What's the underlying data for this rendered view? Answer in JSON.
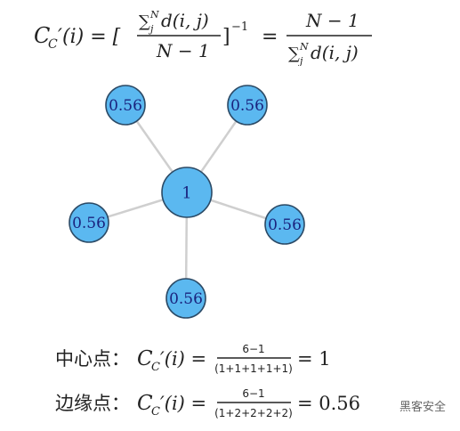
{
  "formula": {
    "lhs": "C",
    "lhs_sub": "C",
    "lhs_rest": "′(i) = [",
    "sum_top": "∑",
    "sum_sub": "j",
    "sum_sup": "N",
    "sum_expr": "d(i, j)",
    "den_left": "N − 1",
    "exponent": "−1",
    "rhs_num": "N − 1",
    "rhs_den_expr": "d(i, j)",
    "bracket_close": "]",
    "equals": "="
  },
  "nodes": {
    "center_label": "1",
    "outer_labels": [
      "0.56",
      "0.56",
      "0.56",
      "0.56",
      "0.56"
    ]
  },
  "colors": {
    "node_fill": "#5bb8f0",
    "node_stroke": "#2b4a66",
    "edge": "#cfcfcf",
    "label": "#1a237e"
  },
  "center_row": {
    "prefix": "中心点：",
    "c": "C",
    "c_sub": "C",
    "rest": "′(i) =",
    "num": "6−1",
    "den": "(1+1+1+1+1)",
    "result": "= 1"
  },
  "edge_row": {
    "prefix": "边缘点：",
    "c": "C",
    "c_sub": "C",
    "rest": "′(i) =",
    "num": "6−1",
    "den": "(1+2+2+2+2)",
    "result": "= 0.56"
  },
  "watermark": "黑客安全"
}
